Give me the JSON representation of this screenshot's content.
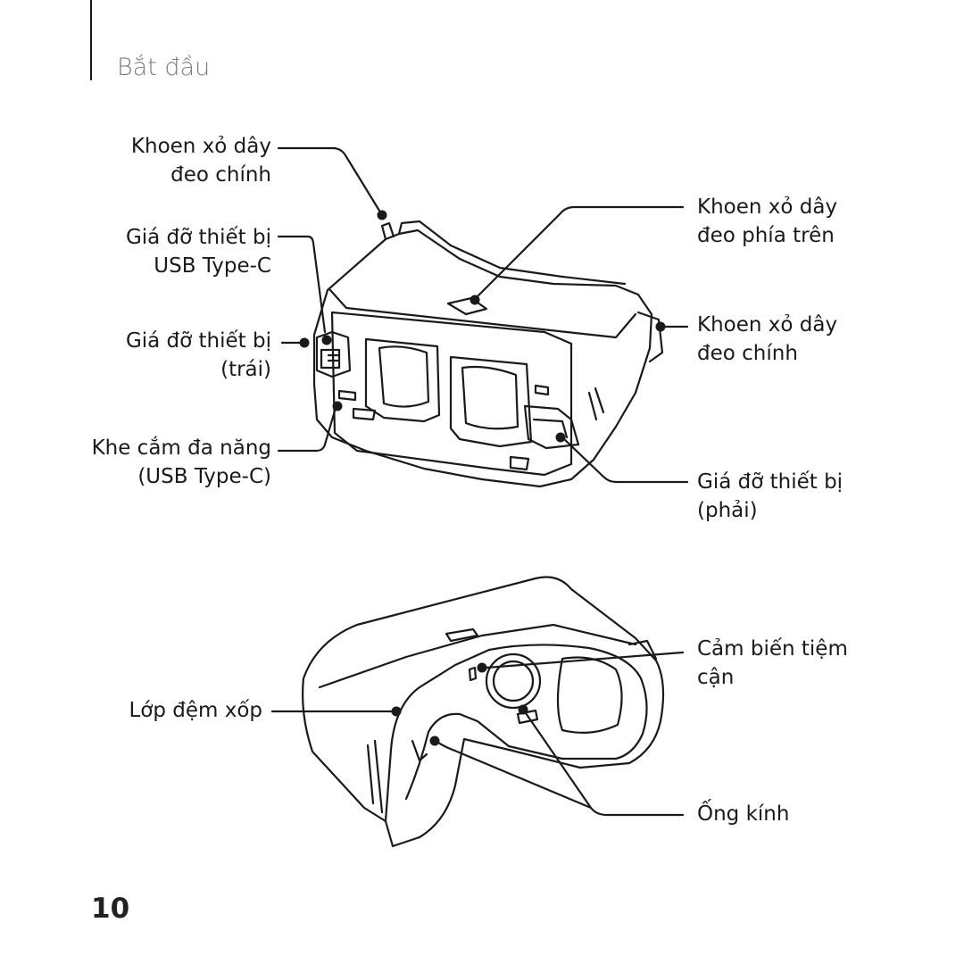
{
  "header": {
    "section_title": "Bắt đầu"
  },
  "callouts": {
    "main_strap_left": [
      "Khoen xỏ dây",
      "đeo chính"
    ],
    "usb_holder": [
      "Giá đỡ thiết bị",
      "USB Type-C"
    ],
    "left_holder": [
      "Giá đỡ thiết bị",
      "(trái)"
    ],
    "multipurpose_jack": [
      "Khe cắm đa năng",
      "(USB Type-C)"
    ],
    "top_strap": [
      "Khoen xỏ dây",
      "đeo phía trên"
    ],
    "main_strap_right": [
      "Khoen xỏ dây",
      "đeo chính"
    ],
    "right_holder": [
      "Giá đỡ thiết bị",
      "(phải)"
    ],
    "proximity_sensor": [
      "Cảm biến tiệm",
      "cận"
    ],
    "foam_cushion": "Lớp đệm xốp",
    "lens": "Ống kính"
  },
  "footer": {
    "page_number": "10"
  }
}
